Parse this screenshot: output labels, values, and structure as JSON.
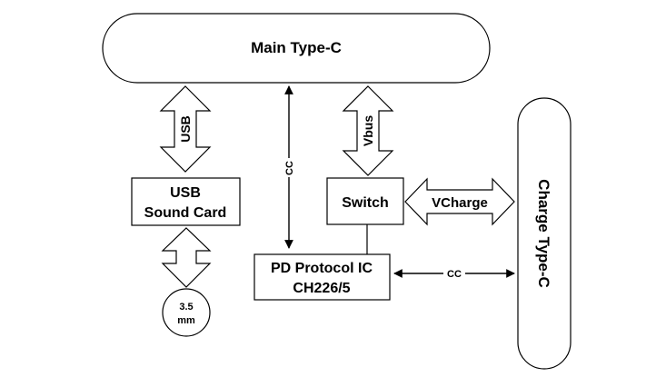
{
  "nodes": {
    "main_typec": "Main Type-C",
    "charge_typec": "Charge Type-C",
    "usb_sound_card_line1": "USB",
    "usb_sound_card_line2": "Sound Card",
    "switch": "Switch",
    "pd_ic_line1": "PD Protocol IC",
    "pd_ic_line2": "CH226/5",
    "jack_line1": "3.5",
    "jack_line2": "mm"
  },
  "connections": {
    "usb": "USB",
    "vbus": "Vbus",
    "vcharge": "VCharge",
    "cc_main": "CC",
    "cc_charge": "CC"
  }
}
